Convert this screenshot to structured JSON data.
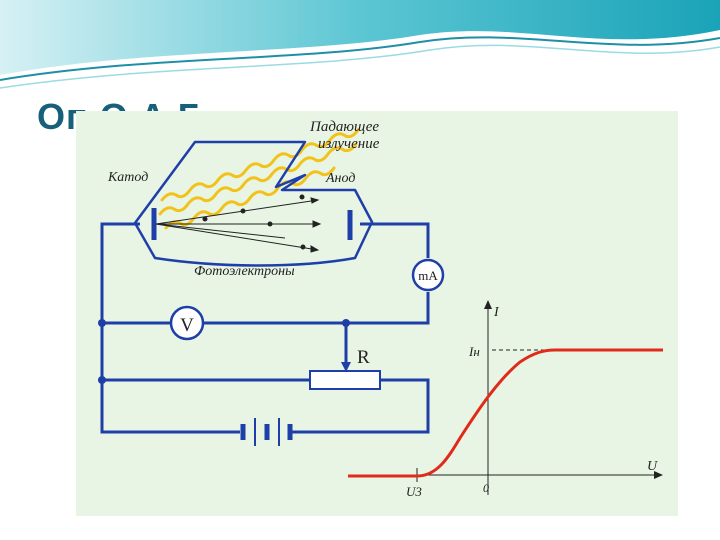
{
  "slide": {
    "title_visible": "Оп        О          А Г",
    "colors": {
      "title": "#17607c",
      "wave_top": "#3fb8c8",
      "panel": "#e8f5e4",
      "circuit": "#1f3fa8",
      "curve": "#e02a1a"
    }
  },
  "diagram": {
    "labels": {
      "incident_line1": "Падающее",
      "incident_line2": "излучение",
      "cathode": "Катод",
      "anode": "Анод",
      "photoelectrons": "Фотоэлектроны",
      "milliammeter": "mA",
      "voltmeter": "V",
      "resistor": "R"
    }
  },
  "graph": {
    "axis_i": "I",
    "axis_u": "U",
    "saturation_current": "Iн",
    "stopping_voltage": "U3",
    "origin": "0"
  }
}
